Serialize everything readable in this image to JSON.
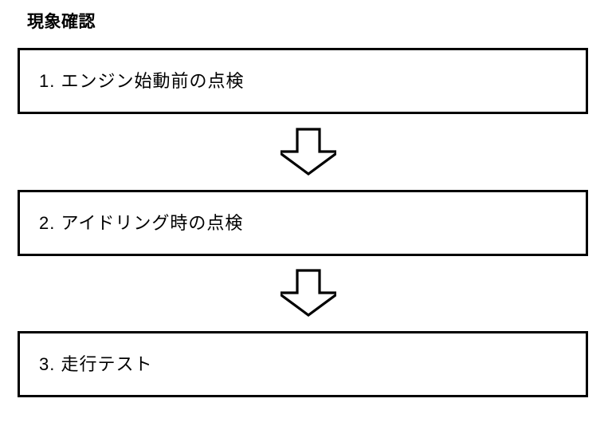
{
  "document": {
    "title": "現象確認",
    "background_color": "#ffffff",
    "ink_color": "#000000"
  },
  "flow": {
    "heading": "現象確認",
    "orientation": "vertical",
    "steps": [
      {
        "number": "1.",
        "text": "1.  エンジン始動前の点検"
      },
      {
        "number": "2.",
        "text": "2.  アイドリング時の点検"
      },
      {
        "number": "3.",
        "text": "3.  走行テスト"
      }
    ],
    "connectors": [
      {
        "icon": "down-block-arrow-icon",
        "style": "hollow-outline"
      },
      {
        "icon": "down-block-arrow-icon",
        "style": "hollow-outline"
      }
    ]
  }
}
